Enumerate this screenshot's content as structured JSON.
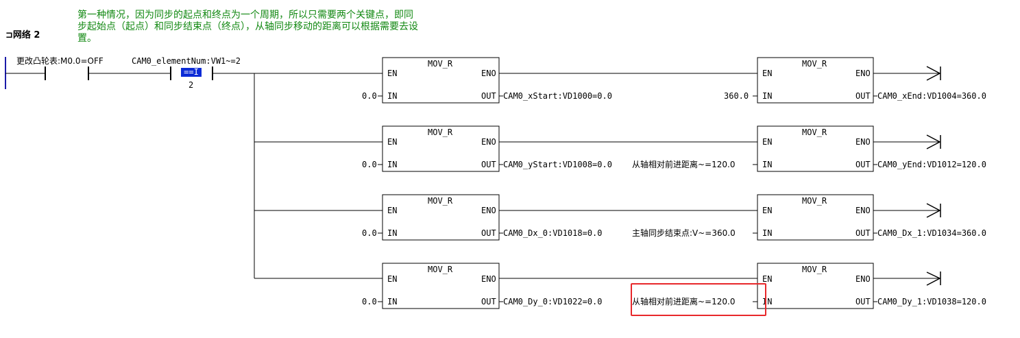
{
  "network": {
    "title": "网络 2",
    "comment": "第一种情况，因为同步的起点和终点为一个周期，所以只需要两个关键点，即同步起始点（起点）和同步结束点（终点），从轴同步移动的距离可以根据需要去设置。"
  },
  "contacts": {
    "contact1_label": "更改凸轮表:M0.0=OFF",
    "contact2_label": "CAM0_elementNum:VW1~=2",
    "compare_op": "==I",
    "compare_value": "2"
  },
  "rows": [
    {
      "left": {
        "title": "MOV_R",
        "en": "EN",
        "eno": "ENO",
        "in_pin": "IN",
        "out_pin": "OUT",
        "in": "0.0",
        "out": "CAM0_xStart:VD1000=0.0"
      },
      "right": {
        "title": "MOV_R",
        "en": "EN",
        "eno": "ENO",
        "in_pin": "IN",
        "out_pin": "OUT",
        "in": "360.0",
        "out": "CAM0_xEnd:VD1004=360.0"
      }
    },
    {
      "left": {
        "title": "MOV_R",
        "en": "EN",
        "eno": "ENO",
        "in_pin": "IN",
        "out_pin": "OUT",
        "in": "0.0",
        "out": "CAM0_yStart:VD1008=0.0"
      },
      "right": {
        "title": "MOV_R",
        "en": "EN",
        "eno": "ENO",
        "in_pin": "IN",
        "out_pin": "OUT",
        "in": "从轴相对前进距离~=120.0",
        "out": "CAM0_yEnd:VD1012=120.0"
      }
    },
    {
      "left": {
        "title": "MOV_R",
        "en": "EN",
        "eno": "ENO",
        "in_pin": "IN",
        "out_pin": "OUT",
        "in": "0.0",
        "out": "CAM0_Dx_0:VD1018=0.0"
      },
      "right": {
        "title": "MOV_R",
        "en": "EN",
        "eno": "ENO",
        "in_pin": "IN",
        "out_pin": "OUT",
        "in": "主轴同步结束点:V~=360.0",
        "out": "CAM0_Dx_1:VD1034=360.0"
      }
    },
    {
      "left": {
        "title": "MOV_R",
        "en": "EN",
        "eno": "ENO",
        "in_pin": "IN",
        "out_pin": "OUT",
        "in": "0.0",
        "out": "CAM0_Dy_0:VD1022=0.0"
      },
      "right": {
        "title": "MOV_R",
        "en": "EN",
        "eno": "ENO",
        "in_pin": "IN",
        "out_pin": "OUT",
        "in": "从轴相对前进距离~=120.0",
        "out": "CAM0_Dy_1:VD1038=120.0"
      }
    }
  ],
  "colors": {
    "comment": "#118811",
    "compare_bg": "#0c2bd6",
    "highlight": "#e8272a",
    "rail": "#1a1aa8"
  }
}
